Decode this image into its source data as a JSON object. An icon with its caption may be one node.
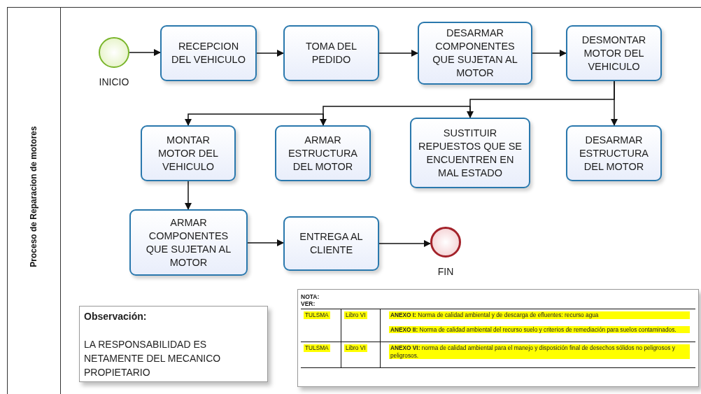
{
  "diagram": {
    "nodes": [
      {
        "text": [
          "Proceso de Reparacion de motores"
        ]
      },
      {
        "text": [],
        "shape": "circle",
        "beside": [
          "INICIO"
        ],
        "in": 0
      },
      {
        "text": [
          "RECEPCION DEL VEHICULO"
        ],
        "in": 0
      },
      {
        "text": [
          "TOMA DEL PEDIDO"
        ],
        "in": 0
      },
      {
        "text": [
          "DESARMAR COMPONENTES QUE SUJETAN AL MOTOR"
        ],
        "in": 0
      },
      {
        "text": [
          "DESMONTAR MOTOR DEL VEHICULO"
        ],
        "in": 0
      },
      {
        "text": [
          "MONTAR MOTOR DEL VEHICULO"
        ],
        "in": 0
      },
      {
        "text": [
          "ARMAR ESTRUCTURA DEL MOTOR"
        ],
        "in": 0
      },
      {
        "text": [
          "SUSTITUIR REPUESTOS QUE SE ENCUENTREN EN MAL ESTADO"
        ],
        "in": 0
      },
      {
        "text": [
          "DESARMAR ESTRUCTURA DEL MOTOR"
        ],
        "in": 0
      },
      {
        "text": [
          "ARMAR COMPONENTES QUE SUJETAN AL MOTOR"
        ],
        "in": 0
      },
      {
        "text": [
          "ENTREGA AL CLIENTE"
        ],
        "in": 0
      },
      {
        "text": [],
        "shape": "circle",
        "beside": [
          "FIN"
        ],
        "in": 0
      },
      {
        "text": [
          "Observación:",
          "LA RESPONSABILIDAD ES NETAMENTE DEL MECANICO PROPIETARIO"
        ],
        "in": 0
      },
      {
        "text": [
          "NOTA:",
          "VER:"
        ],
        "in": 0
      }
    ],
    "edges": [
      {
        "from": 1,
        "to": 2,
        "arrow": "to"
      },
      {
        "from": 2,
        "to": 3,
        "arrow": "to"
      },
      {
        "from": 3,
        "to": 4,
        "arrow": "to"
      },
      {
        "from": 4,
        "to": 5,
        "arrow": "to"
      },
      {
        "from": 5,
        "to": 9,
        "arrow": "to"
      },
      {
        "from": 5,
        "to": 8,
        "arrow": "to"
      },
      {
        "from": 8,
        "to": 7,
        "arrow": "to"
      },
      {
        "from": 7,
        "to": 6,
        "arrow": "to"
      },
      {
        "from": 6,
        "to": 10,
        "arrow": "to"
      },
      {
        "from": 10,
        "to": 11,
        "arrow": "to"
      },
      {
        "from": 11,
        "to": 12,
        "arrow": "to"
      }
    ],
    "labels": [
      "TULSMA",
      "Libro VI",
      "**ANEXO I:** Norma de calidad ambiental y de descarga de efluentes: recurso agua",
      "**ANEXO II:** Norma de calidad ambiental del recurso suelo y criterios de remediación para suelos contaminados.",
      "TULSMA",
      "Libro VI",
      "**ANEXO VI:** norma de calidad ambiental para el manejo y disposición final de desechos sólidos no peligrosos y peligrosos."
    ]
  }
}
